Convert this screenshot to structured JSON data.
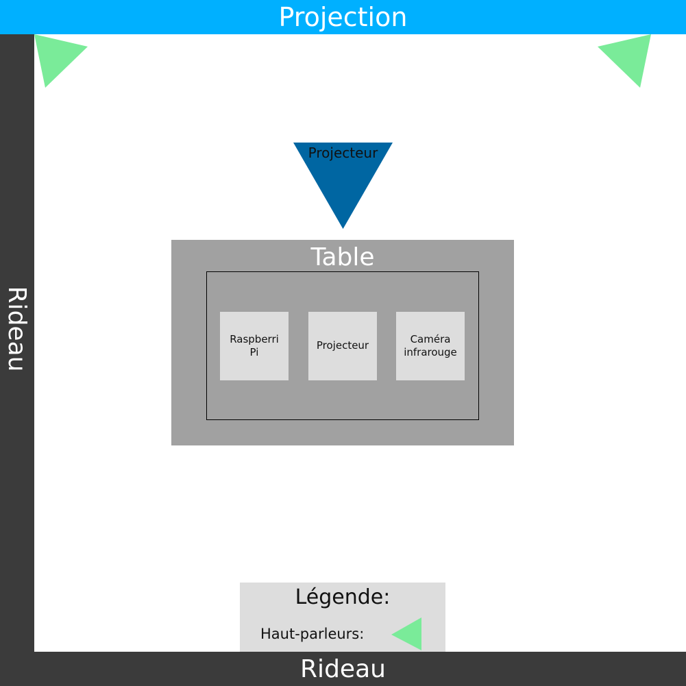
{
  "top_bar": {
    "label": "Projection",
    "color": "#00b0ff"
  },
  "left_bar": {
    "label": "Rideau",
    "color": "#3b3b3b"
  },
  "bottom_bar": {
    "label": "Rideau",
    "color": "#3b3b3b"
  },
  "speakers": {
    "color": "#7aeb99",
    "icon": "speaker-icon"
  },
  "projector": {
    "label": "Projecteur",
    "color": "#0066a2"
  },
  "table": {
    "title": "Table",
    "color": "#a1a1a1",
    "devices": [
      {
        "label": "Raspberri Pi"
      },
      {
        "label": "Projecteur"
      },
      {
        "label": "Caméra infrarouge"
      }
    ]
  },
  "legend": {
    "title": "Légende:",
    "speakers_label": "Haut-parleurs:"
  }
}
